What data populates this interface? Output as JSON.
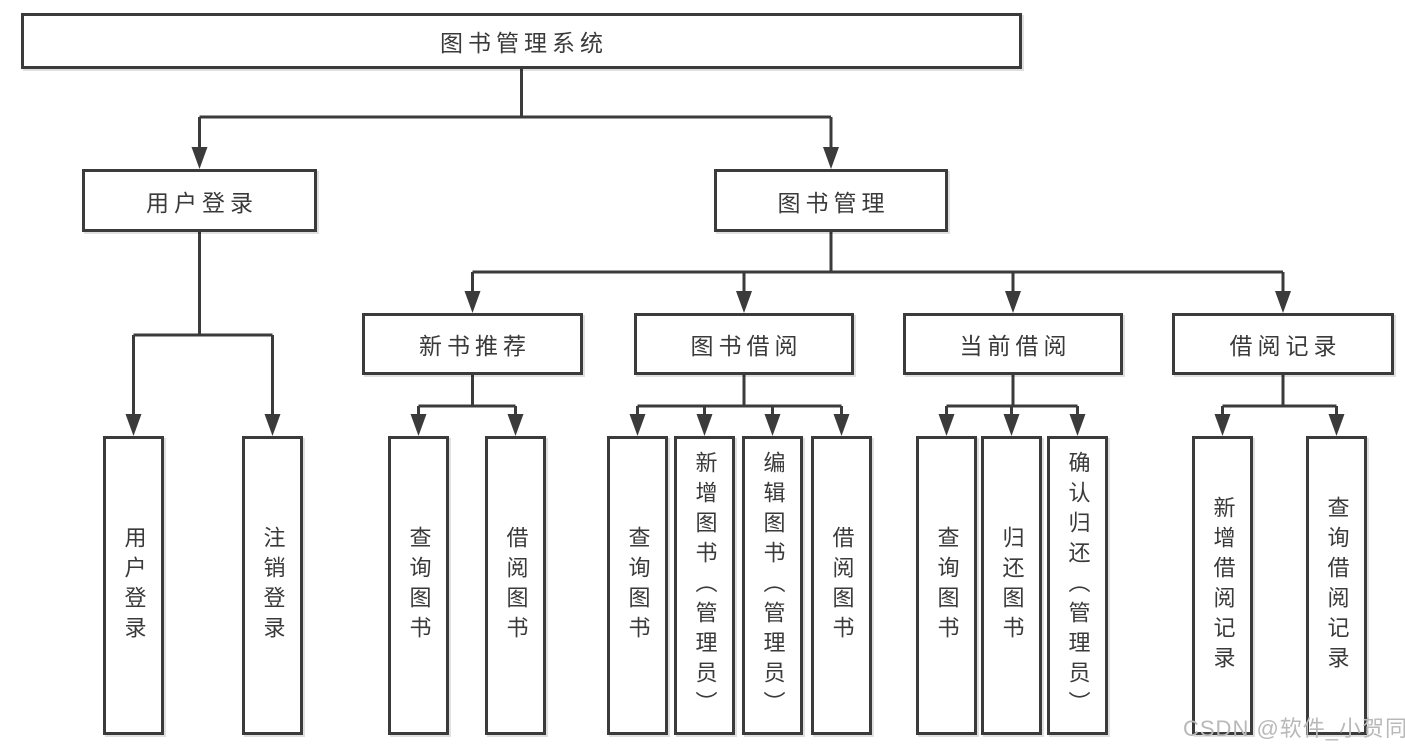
{
  "diagram": {
    "root": {
      "label": "图书管理系统"
    },
    "branches": [
      {
        "label": "用户登录",
        "children": [
          {
            "label": "用户登录"
          },
          {
            "label": "注销登录"
          }
        ]
      },
      {
        "label": "图书管理",
        "children": [
          {
            "label": "新书推荐",
            "children": [
              {
                "label": "查询图书"
              },
              {
                "label": "借阅图书"
              }
            ]
          },
          {
            "label": "图书借阅",
            "children": [
              {
                "label": "查询图书"
              },
              {
                "label": "新增图书（管理员）"
              },
              {
                "label": "编辑图书（管理员）"
              },
              {
                "label": "借阅图书"
              }
            ]
          },
          {
            "label": "当前借阅",
            "children": [
              {
                "label": "查询图书"
              },
              {
                "label": "归还图书"
              },
              {
                "label": "确认归还（管理员）"
              }
            ]
          },
          {
            "label": "借阅记录",
            "children": [
              {
                "label": "新增借阅记录"
              },
              {
                "label": "查询借阅记录"
              }
            ]
          }
        ]
      }
    ]
  },
  "watermark": {
    "text": "CSDN @软件_小贺同学"
  },
  "colors": {
    "line": "#3b3b3b",
    "text": "#3a3a3a",
    "box_background": "#ffffff",
    "watermark": "#b9b9b9",
    "background": "#ffffff"
  }
}
